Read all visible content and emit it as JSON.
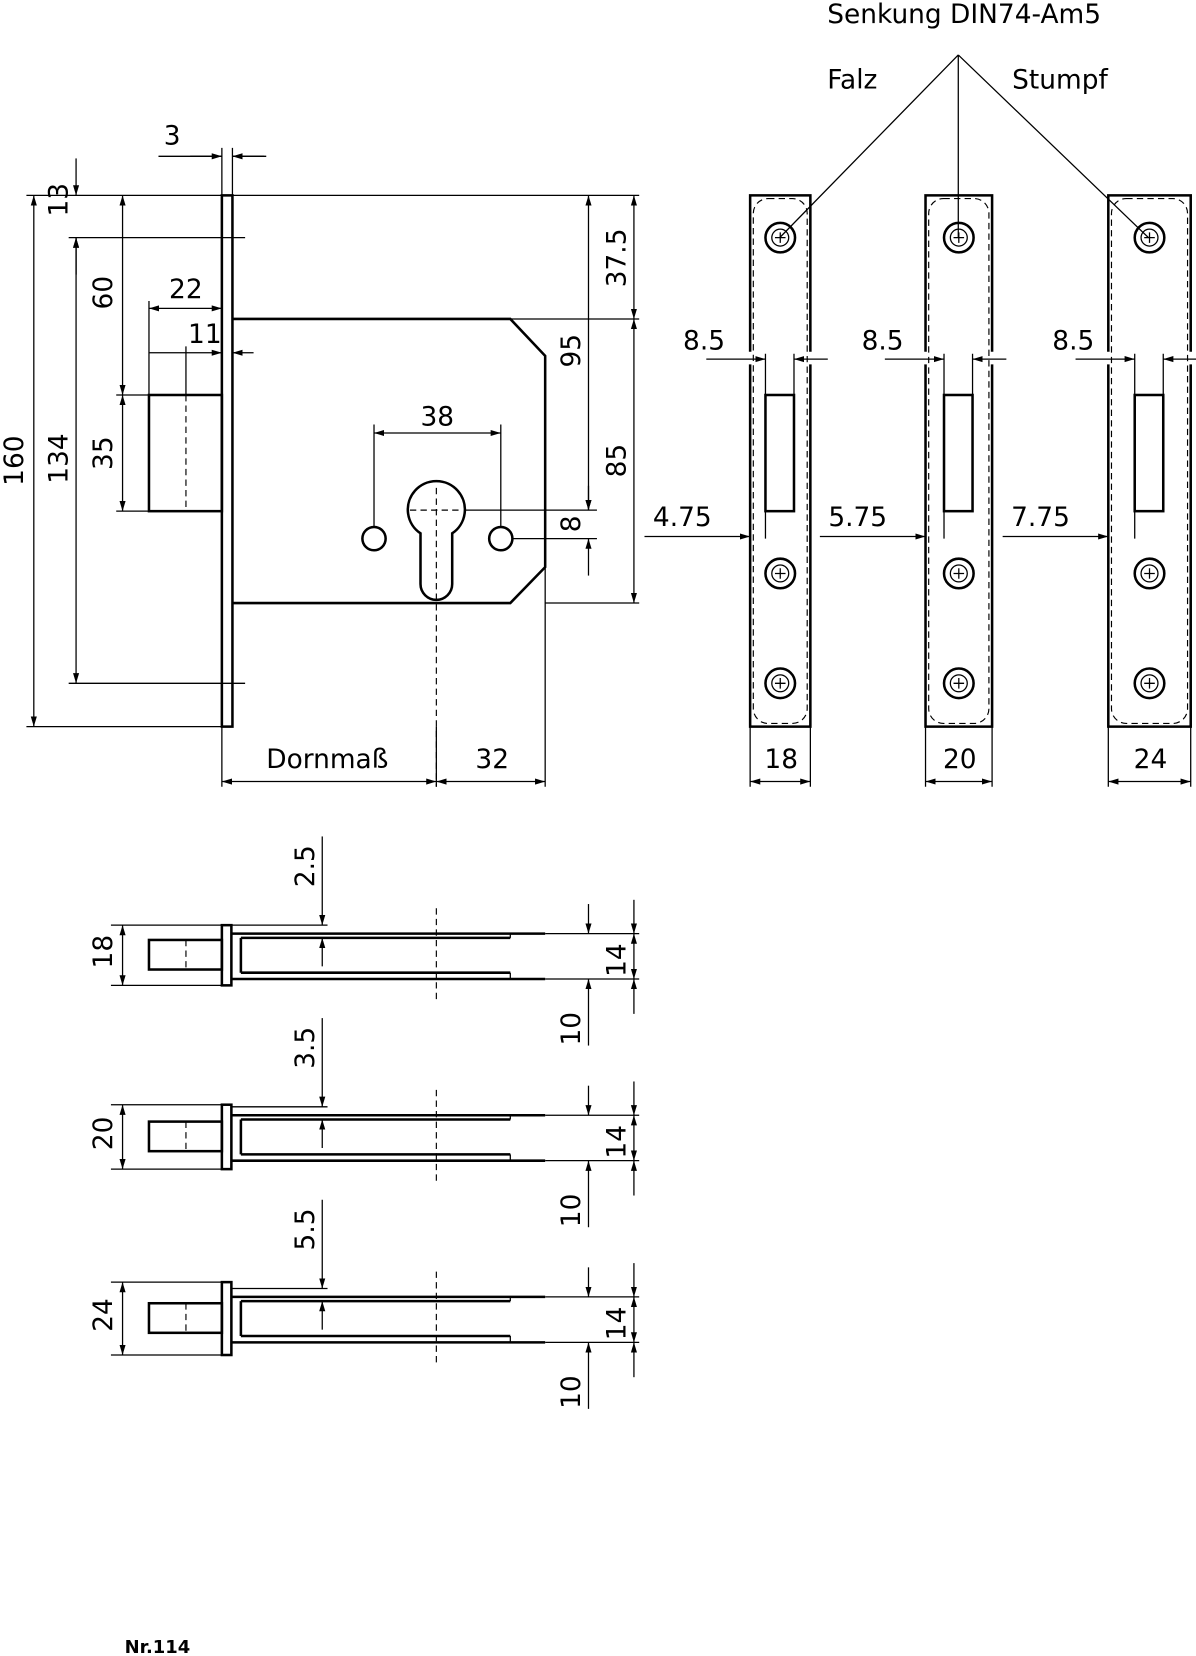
{
  "title_label": "Nr.114",
  "front_view": {
    "faceplate_thickness": "3",
    "top_offset": "13",
    "total_height": "160",
    "screw_spacing": "134",
    "to_bolt": "60",
    "bolt_height": "35",
    "bolt_throw": "22",
    "bolt_half": "11",
    "hole_spacing": "38",
    "top_to_body": "37.5",
    "body_height": "85",
    "to_keyhole": "95",
    "keyhole_offset": "8",
    "backset_label": "Dornmaß",
    "backset_rest": "32"
  },
  "strike_plates": {
    "countersink_label": "Senkung DIN74-Am5",
    "falz_label": "Falz",
    "stumpf_label": "Stumpf",
    "plates": [
      {
        "slot": "8.5",
        "offset": "4.75",
        "width": "18"
      },
      {
        "slot": "8.5",
        "offset": "5.75",
        "width": "20"
      },
      {
        "slot": "8.5",
        "offset": "7.75",
        "width": "24"
      }
    ]
  },
  "top_views": [
    {
      "width": "18",
      "inset": "2.5",
      "body": "14",
      "gap": "10"
    },
    {
      "width": "20",
      "inset": "3.5",
      "body": "14",
      "gap": "10"
    },
    {
      "width": "24",
      "inset": "5.5",
      "body": "14",
      "gap": "10"
    }
  ]
}
